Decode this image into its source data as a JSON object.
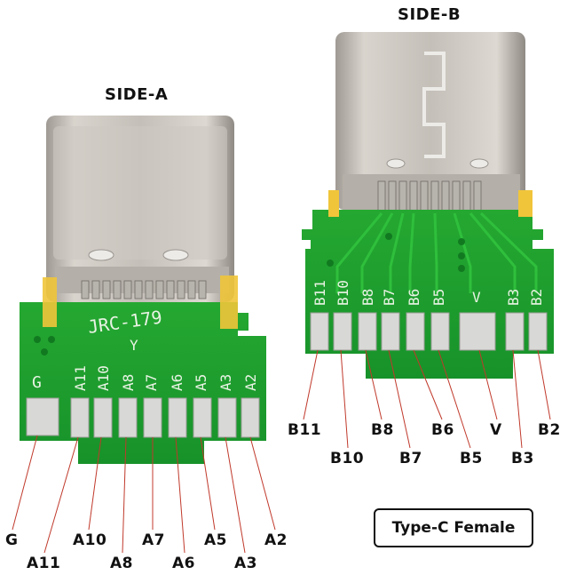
{
  "side_a": {
    "title": "SIDE-A",
    "silkscreen": {
      "top": "JRC-179",
      "mid": "Y",
      "g": "G",
      "pins": [
        "A11",
        "A10",
        "A8",
        "A7",
        "A6",
        "A5",
        "A3",
        "A2"
      ]
    },
    "pin_labels": [
      "G",
      "A11",
      "A10",
      "A8",
      "A7",
      "A6",
      "A5",
      "A3",
      "A2"
    ]
  },
  "side_b": {
    "title": "SIDE-B",
    "silkscreen": {
      "pins": [
        "B11",
        "B10",
        "B8",
        "B7",
        "B6",
        "B5",
        "V",
        "B3",
        "B2"
      ]
    },
    "pin_labels": [
      "B11",
      "B10",
      "B8",
      "B7",
      "B6",
      "B5",
      "V",
      "B3",
      "B2"
    ]
  },
  "product_label": "Type-C Female",
  "colors": {
    "pcb": "#1fa32b",
    "pcb_dark": "#137a1e",
    "metal": "#c9c4bd",
    "pad": "#d8d8d6",
    "silk": "#e9f3e4"
  }
}
